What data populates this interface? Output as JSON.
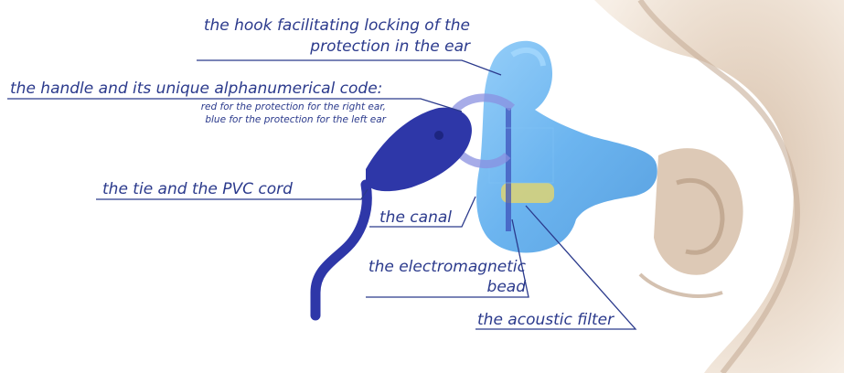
{
  "labels": {
    "hook_line1": "the hook facilitating locking of the",
    "hook_line2": "protection in the ear",
    "handle_title": "the handle and its unique alphanumerical code:",
    "handle_sub1": "red for the protection for the right ear,",
    "handle_sub2": "blue for the protection for the left ear",
    "tie": "the tie and the PVC cord",
    "canal": "the canal",
    "bead_line1": "the electromagnetic",
    "bead_line2": "bead",
    "filter": "the acoustic filter"
  },
  "colors": {
    "label_text": "#2b3a8c",
    "leader_line": "#2b3a8c",
    "earplug": "#6fb7f0",
    "handle": "#2e37a8",
    "ear_skin": "#e6d3c1",
    "filter": "#d7d27a"
  }
}
